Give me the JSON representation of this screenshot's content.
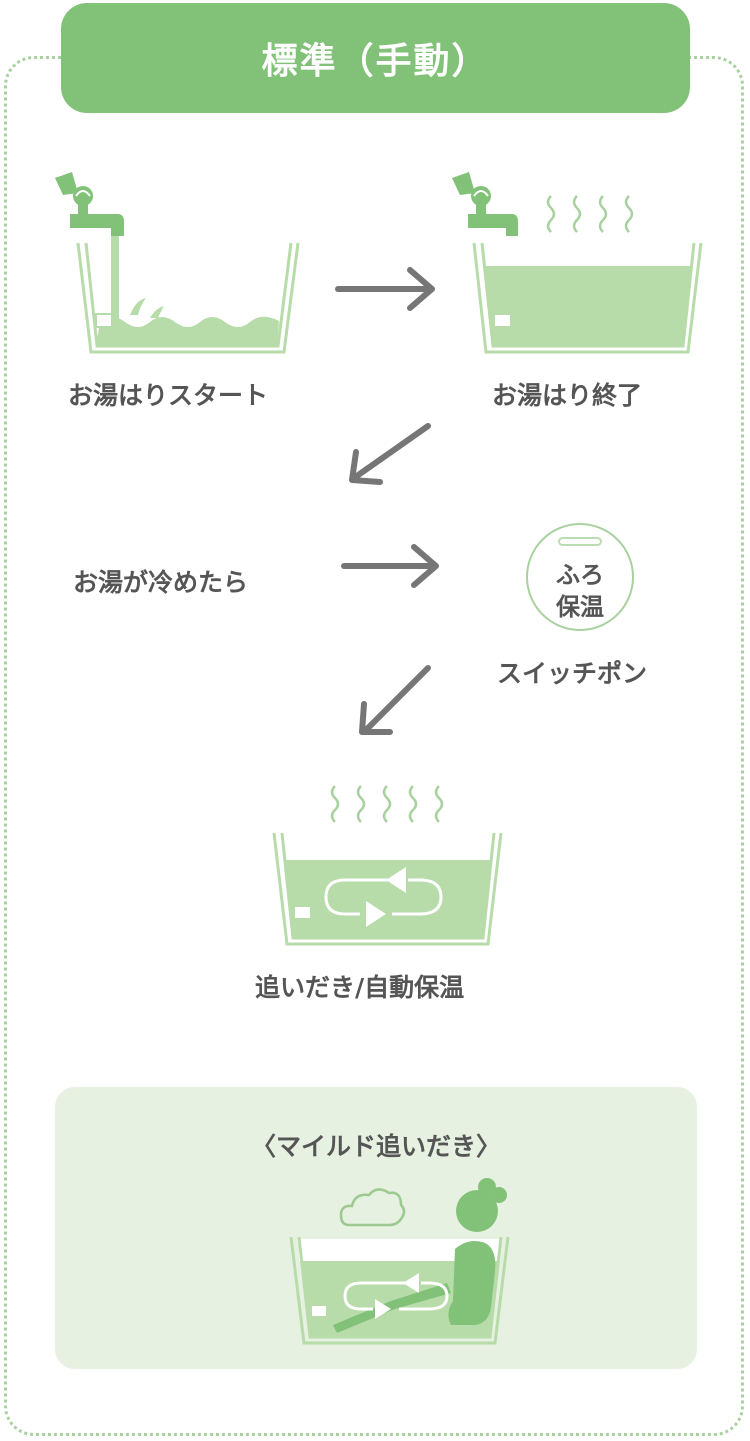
{
  "header": {
    "title": "標準（手動）"
  },
  "flow": {
    "step_fill_start": "お湯はりスタート",
    "step_fill_end": "お湯はり終了",
    "step_cooled": "お湯が冷めたら",
    "step_switch": "スイッチポン",
    "step_reheat": "追いだき/自動保温"
  },
  "button": {
    "line1": "ふろ",
    "line2": "保温"
  },
  "mild": {
    "title": "〈マイルド追いだき〉"
  },
  "colors": {
    "accent": "#82c278",
    "water": "#b7dba9",
    "panel": "#e6f1e1",
    "arrow": "#767676",
    "text": "#555555"
  },
  "icons": [
    "faucet-icon",
    "steam-icon",
    "circulation-arrows-icon",
    "cloud-icon",
    "bather-icon",
    "arrow-right-icon",
    "arrow-down-left-icon"
  ]
}
